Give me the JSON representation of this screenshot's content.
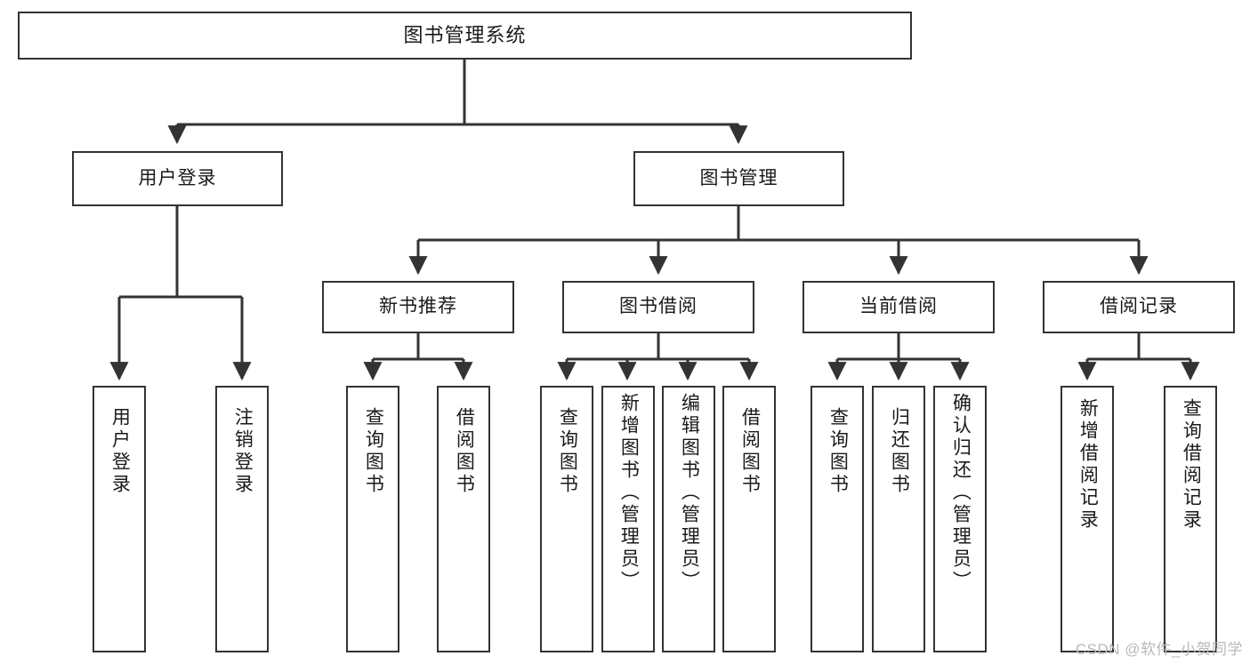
{
  "diagram": {
    "title": "图书管理系统",
    "type": "tree-hierarchy",
    "watermark": "CSDN @软件_小贺同学",
    "root": {
      "label": "图书管理系统"
    },
    "level2": [
      {
        "label": "用户登录"
      },
      {
        "label": "图书管理"
      }
    ],
    "level3": [
      {
        "label": "新书推荐"
      },
      {
        "label": "图书借阅"
      },
      {
        "label": "当前借阅"
      },
      {
        "label": "借阅记录"
      }
    ],
    "leaves": {
      "user_login": [
        {
          "label": "用户登录"
        },
        {
          "label": "注销登录"
        }
      ],
      "new_book": [
        {
          "label": "查询图书"
        },
        {
          "label": "借阅图书"
        }
      ],
      "book_borrow": [
        {
          "label": "查询图书"
        },
        {
          "label": "新增图书（管理员）"
        },
        {
          "label": "编辑图书（管理员）"
        },
        {
          "label": "借阅图书"
        }
      ],
      "current_borrow": [
        {
          "label": "查询图书"
        },
        {
          "label": "归还图书"
        },
        {
          "label": "确认归还（管理员）"
        }
      ],
      "borrow_record": [
        {
          "label": "新增借阅记录"
        },
        {
          "label": "查询借阅记录"
        }
      ]
    },
    "colors": {
      "stroke": "#333333",
      "fill": "#ffffff",
      "text": "#1a1a1a",
      "watermark": "#b9b9b9"
    }
  }
}
